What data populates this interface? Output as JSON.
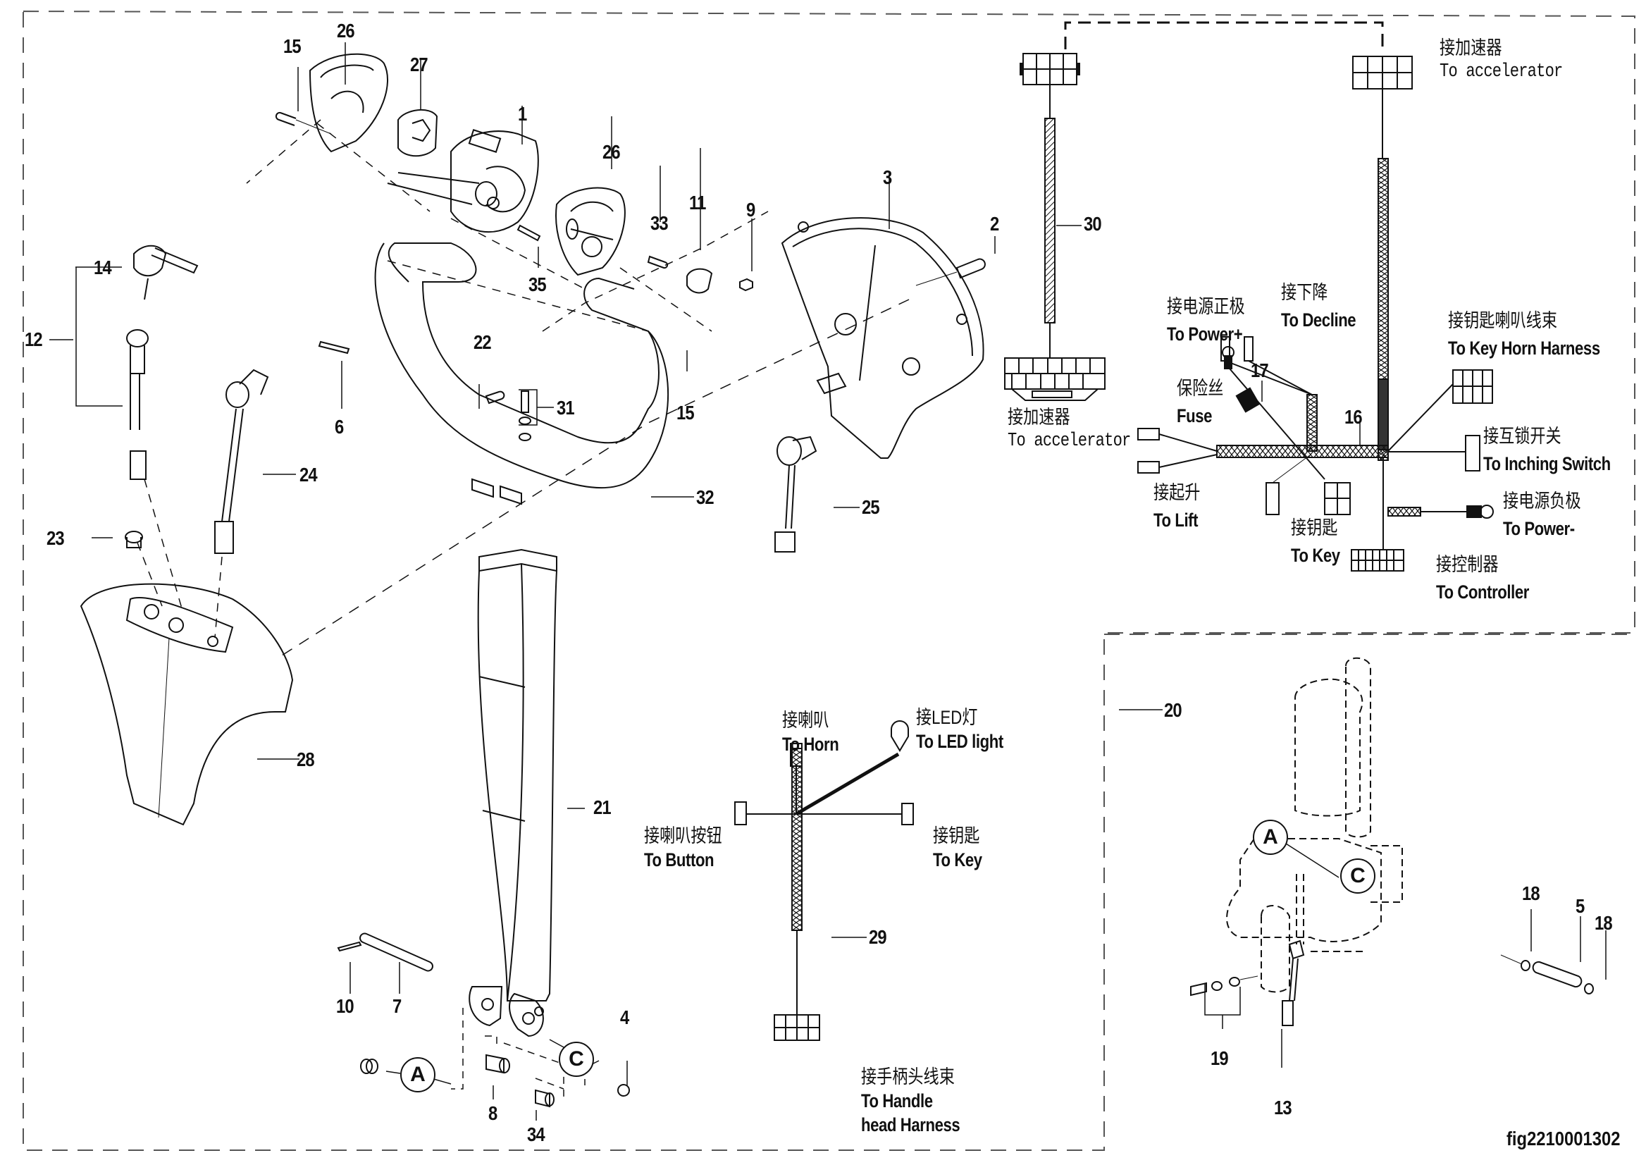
{
  "figure_id": "fig2210001302",
  "callouts": {
    "c1": "1",
    "c2": "2",
    "c3": "3",
    "c4": "4",
    "c5": "5",
    "c6": "6",
    "c7": "7",
    "c8": "8",
    "c9": "9",
    "c10": "10",
    "c11": "11",
    "c12": "12",
    "c13": "13",
    "c14": "14",
    "c15a": "15",
    "c15b": "15",
    "c16": "16",
    "c17": "17",
    "c18a": "18",
    "c18b": "18",
    "c19": "19",
    "c20": "20",
    "c21": "21",
    "c22": "22",
    "c23": "23",
    "c24": "24",
    "c25": "25",
    "c26a": "26",
    "c26b": "26",
    "c27": "27",
    "c28": "28",
    "c29": "29",
    "c30": "30",
    "c31": "31",
    "c32": "32",
    "c33": "33",
    "c34": "34",
    "c35": "35"
  },
  "reference_markers": {
    "a_left": "A",
    "c_left": "C",
    "a_right": "A",
    "c_right": "C"
  },
  "harness_30": {
    "top_connector_label_cn": "接加速器",
    "top_connector_label_en": "To accelerator",
    "bottom_connector_label_cn": "接加速器",
    "bottom_connector_label_en": "To accelerator"
  },
  "harness_16": {
    "power_plus": {
      "cn": "接电源正极",
      "en": "To Power+"
    },
    "decline": {
      "cn": "接下降",
      "en": "To Decline"
    },
    "key_horn_harness": {
      "cn": "接钥匙喇叭线束",
      "en": "To Key  Horn Harness"
    },
    "fuse": {
      "cn": "保险丝",
      "en": "Fuse"
    },
    "inching_switch": {
      "cn": "接互锁开关",
      "en": "To Inching Switch"
    },
    "lift": {
      "cn": "接起升",
      "en": "To Lift"
    },
    "key": {
      "cn": "接钥匙",
      "en": "To Key"
    },
    "power_minus": {
      "cn": "接电源负极",
      "en": "To Power-"
    },
    "controller": {
      "cn": "接控制器",
      "en": "To Controller"
    }
  },
  "harness_29": {
    "horn": {
      "cn": "接喇叭",
      "en": "To Horn"
    },
    "led_light": {
      "cn": "接LED灯",
      "en": "To LED light"
    },
    "button": {
      "cn": "接喇叭按钮",
      "en": "To Button"
    },
    "key": {
      "cn": "接钥匙",
      "en": "To Key"
    },
    "handle_head_harness": {
      "cn": "接手柄头线束",
      "en_line1": "To Handle",
      "en_line2": "head Harness"
    }
  }
}
